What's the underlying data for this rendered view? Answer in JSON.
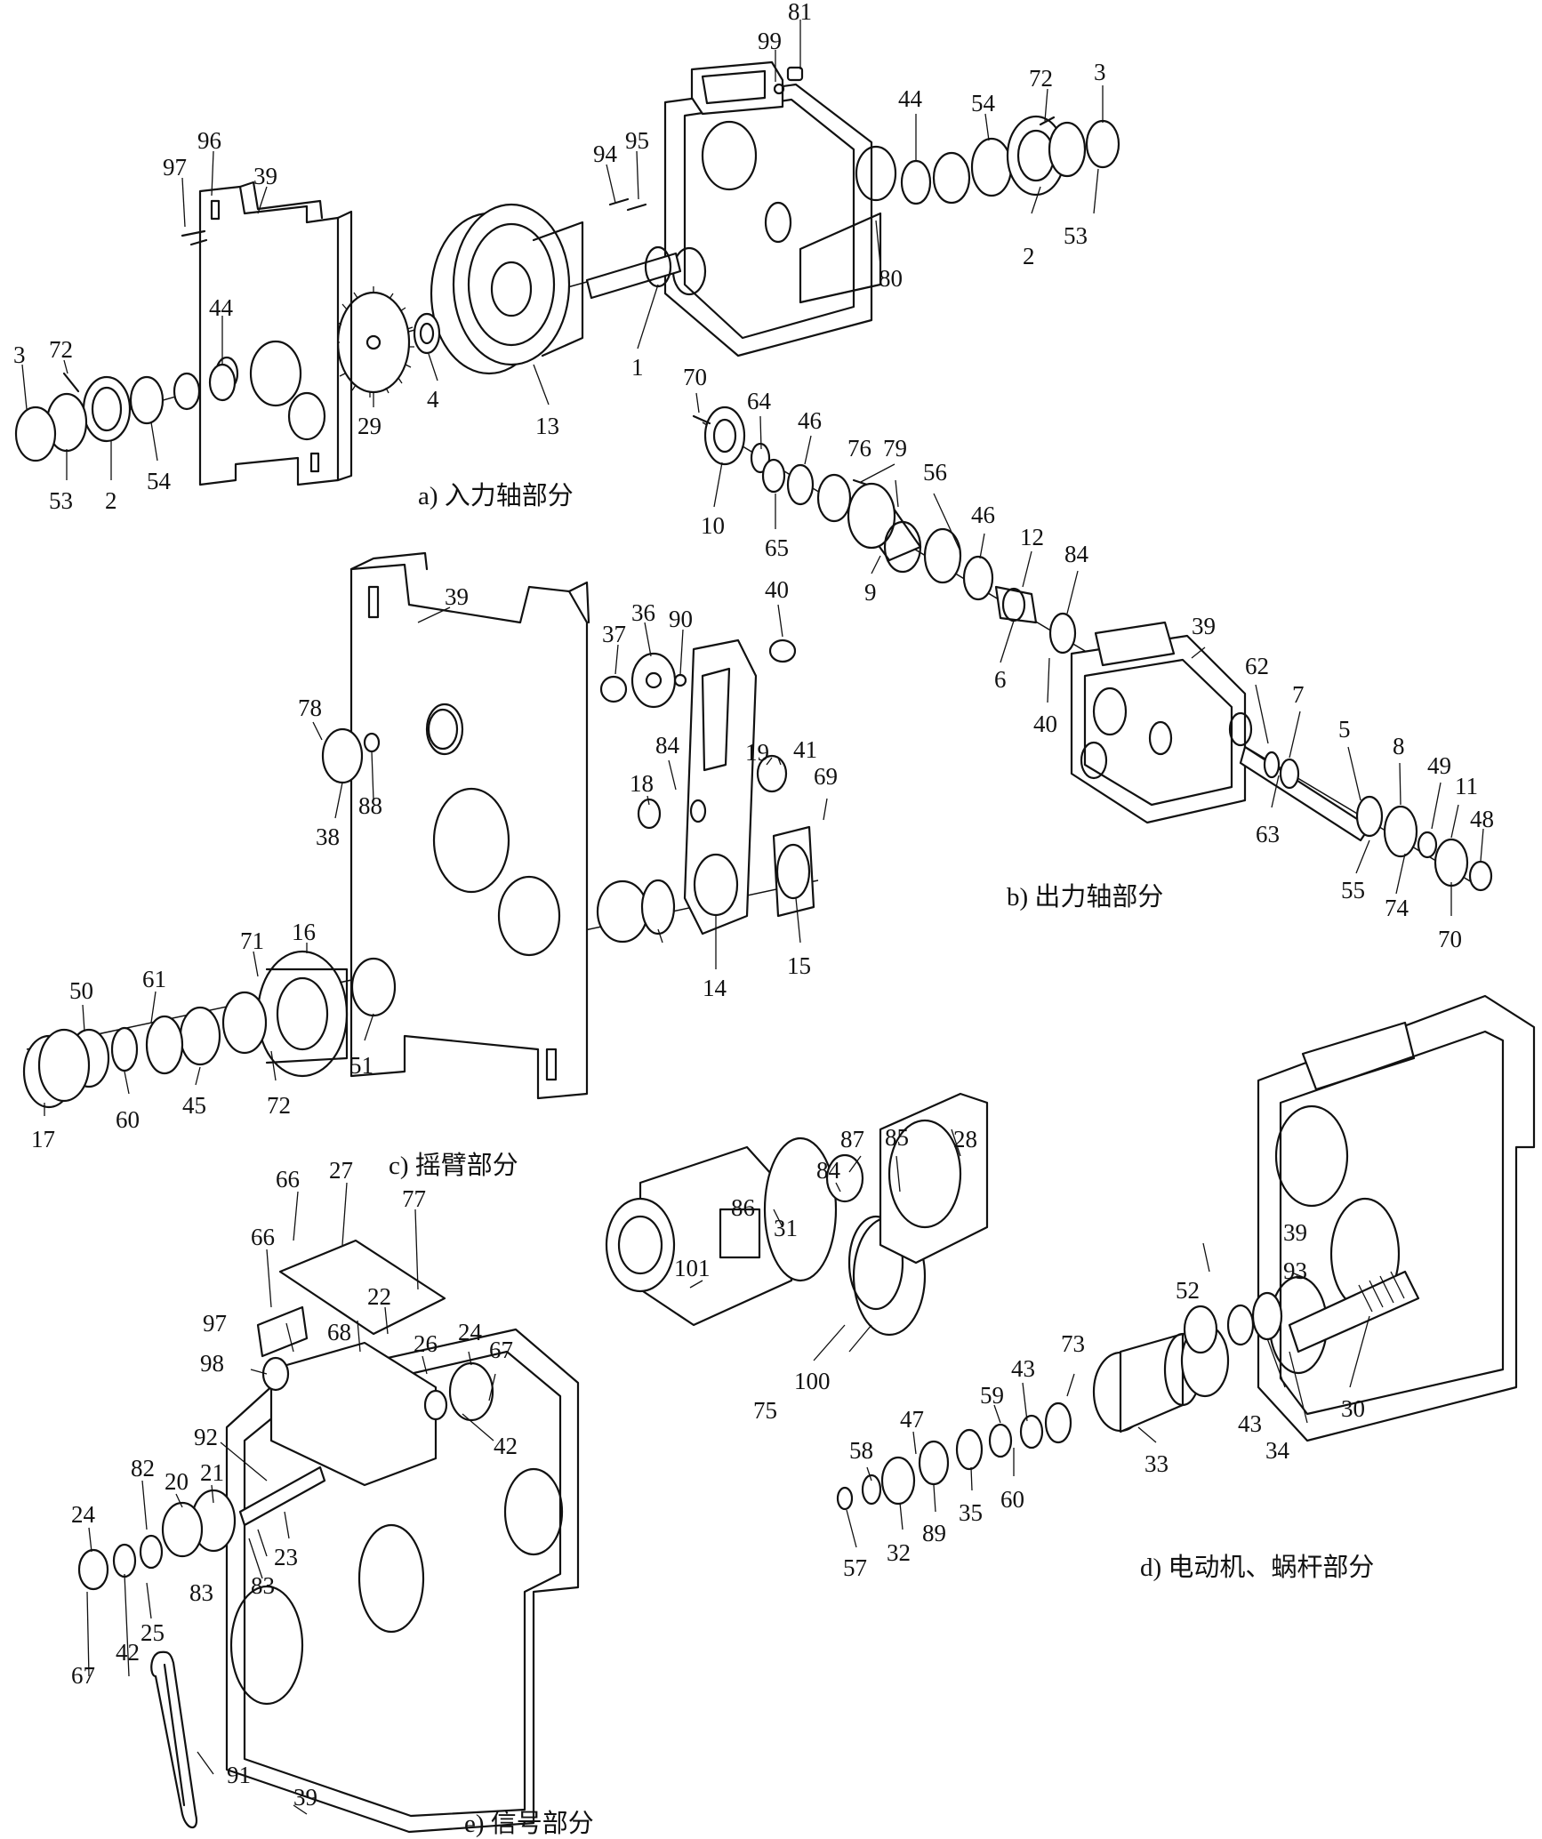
{
  "subfigures": [
    {
      "id": "a",
      "caption": "a) 入力轴部分"
    },
    {
      "id": "b",
      "caption": "b) 出力轴部分"
    },
    {
      "id": "c",
      "caption": "c) 摇臂部分"
    },
    {
      "id": "d",
      "caption": "d) 电动机、蜗杆部分"
    },
    {
      "id": "e",
      "caption": "e) 信号部分"
    }
  ],
  "part_labels": {
    "a": [
      "81",
      "99",
      "94",
      "95",
      "44",
      "54",
      "72",
      "3",
      "97",
      "96",
      "39",
      "80",
      "53",
      "2",
      "1",
      "44",
      "72",
      "3",
      "29",
      "4",
      "13",
      "53",
      "2",
      "54"
    ],
    "b": [
      "70",
      "64",
      "46",
      "76",
      "79",
      "56",
      "10",
      "65",
      "9",
      "46",
      "12",
      "84",
      "6",
      "40",
      "39",
      "62",
      "7",
      "5",
      "8",
      "49",
      "11",
      "48",
      "63",
      "55",
      "74",
      "70"
    ],
    "c": [
      "39",
      "37",
      "36",
      "90",
      "40",
      "78",
      "84",
      "19",
      "41",
      "69",
      "38",
      "88",
      "18",
      "16",
      "71",
      "61",
      "50",
      "45",
      "15",
      "14",
      "60",
      "72",
      "51",
      "17"
    ],
    "d": [
      "87",
      "85",
      "28",
      "86",
      "84",
      "31",
      "101",
      "100",
      "75",
      "39",
      "93",
      "52",
      "73",
      "59",
      "43",
      "47",
      "58",
      "60",
      "35",
      "89",
      "32",
      "57",
      "33",
      "43",
      "34",
      "30"
    ],
    "e": [
      "66",
      "27",
      "66",
      "77",
      "97",
      "22",
      "68",
      "26",
      "24",
      "67",
      "98",
      "42",
      "92",
      "21",
      "20",
      "82",
      "23",
      "83",
      "83",
      "24",
      "25",
      "67",
      "42",
      "91",
      "39"
    ]
  }
}
